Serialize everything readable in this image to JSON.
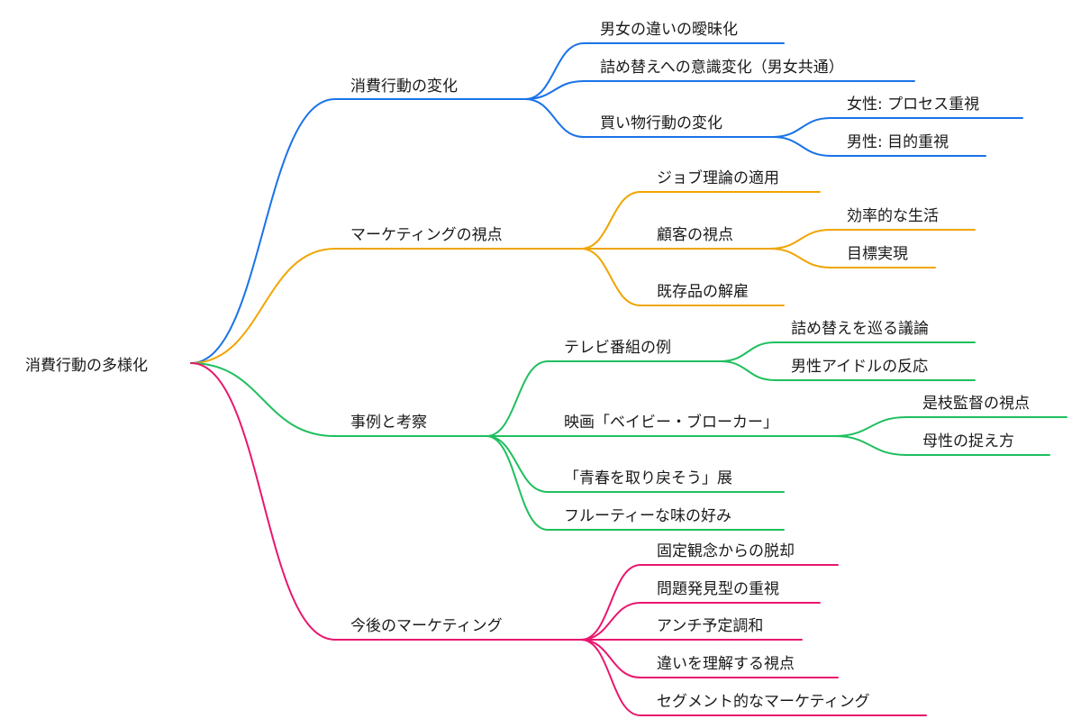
{
  "root": "消費行動の多様化",
  "colors": {
    "branch1": "#1a73e8",
    "branch2": "#f0a500",
    "branch3": "#1fbf5f",
    "branch4": "#e8176d"
  },
  "branches": [
    {
      "label": "消費行動の変化",
      "color": "#1a73e8",
      "children": [
        {
          "label": "男女の違いの曖昧化"
        },
        {
          "label": "詰め替えへの意識変化（男女共通）"
        },
        {
          "label": "買い物行動の変化",
          "children": [
            {
              "label": "女性: プロセス重視"
            },
            {
              "label": "男性: 目的重視"
            }
          ]
        }
      ]
    },
    {
      "label": "マーケティングの視点",
      "color": "#f0a500",
      "children": [
        {
          "label": "ジョブ理論の適用"
        },
        {
          "label": "顧客の視点",
          "children": [
            {
              "label": "効率的な生活"
            },
            {
              "label": "目標実現"
            }
          ]
        },
        {
          "label": "既存品の解雇"
        }
      ]
    },
    {
      "label": "事例と考察",
      "color": "#1fbf5f",
      "children": [
        {
          "label": "テレビ番組の例",
          "children": [
            {
              "label": "詰め替えを巡る議論"
            },
            {
              "label": "男性アイドルの反応"
            }
          ]
        },
        {
          "label": "映画「ベイビー・ブローカー」",
          "children": [
            {
              "label": "是枝監督の視点"
            },
            {
              "label": "母性の捉え方"
            }
          ]
        },
        {
          "label": "「青春を取り戻そう」展"
        },
        {
          "label": "フルーティーな味の好み"
        }
      ]
    },
    {
      "label": "今後のマーケティング",
      "color": "#e8176d",
      "children": [
        {
          "label": "固定観念からの脱却"
        },
        {
          "label": "問題発見型の重視"
        },
        {
          "label": "アンチ予定調和"
        },
        {
          "label": "違いを理解する視点"
        },
        {
          "label": "セグメント的なマーケティング"
        }
      ]
    }
  ]
}
